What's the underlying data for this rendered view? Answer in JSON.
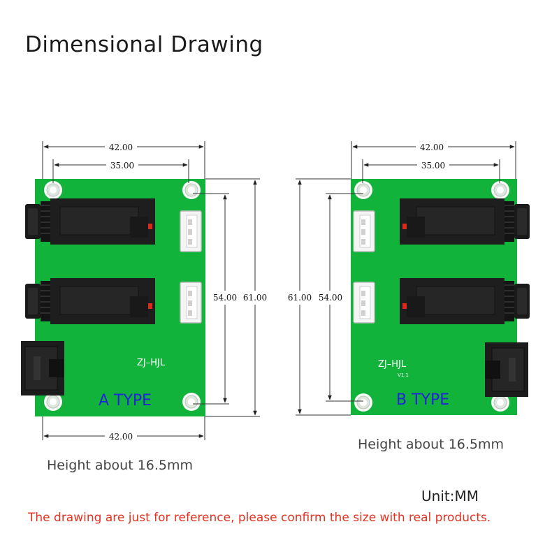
{
  "title": "Dimensional Drawing",
  "boards": [
    {
      "type_label": "A TYPE",
      "silk_label": "ZJ–HJL",
      "version": "",
      "height_note": "Height about 16.5mm",
      "dims": {
        "top_outer": "42.00",
        "top_inner": "35.00",
        "bottom": "42.00",
        "inner_height": "54.00",
        "outer_height": "61.00"
      }
    },
    {
      "type_label": "B TYPE",
      "silk_label": "ZJ–HJL",
      "version": "V1.1",
      "height_note": "Height about 16.5mm",
      "dims": {
        "top_outer": "42.00",
        "top_inner": "35.00",
        "inner_height": "54.00",
        "outer_height": "61.00"
      }
    }
  ],
  "unit": "Unit:MM",
  "disclaimer": "The drawing are just for reference, please confirm the size with real products.",
  "colors": {
    "pcb": "#11b33a",
    "type_text": "#2323d8",
    "disclaimer": "#e53322"
  }
}
